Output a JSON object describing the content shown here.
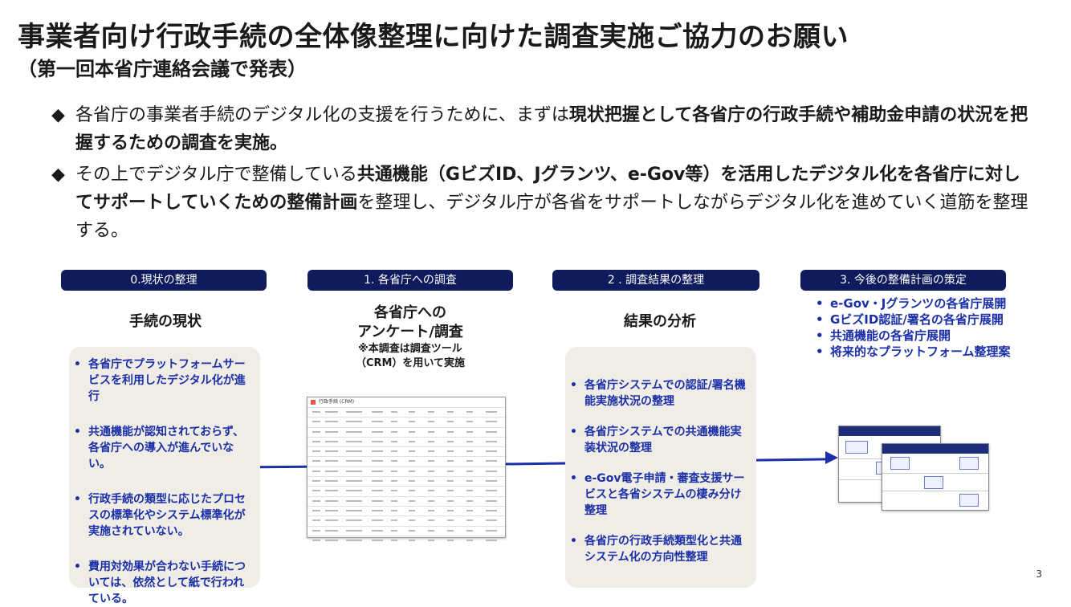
{
  "title": "事業者向け行政手続の全体像整理に向けた調査実施ご協力のお願い",
  "subtitle": "（第一回本省庁連絡会議で発表）",
  "bullets": [
    {
      "mark": "◆",
      "p1": "各省庁の事業者手続のデジタル化の支援を行うために、まずは",
      "p2": "現状把握として各省庁の行政手続や補助金申請の状況を把握するための調査を実施。"
    },
    {
      "mark": "◆",
      "p1": "その上でデジタル庁で整備している",
      "p2": "共通機能（GビズID、Jグランツ、e-Gov等）を活用したデジタル化を各省庁に対してサポートしていくための整備計画",
      "p3": "を整理し、デジタル庁が各省をサポートしながらデジタル化を進めていく道筋を整理する。"
    }
  ],
  "steps": [
    {
      "label": "0.現状の整理",
      "heading": "手続の現状"
    },
    {
      "label": "1. 各省庁への調査",
      "heading_l1": "各省庁への",
      "heading_l2": "アンケート/調査",
      "note_l1": "※本調査は調査ツール",
      "note_l2": "（CRM）を用いて実施"
    },
    {
      "label": "2 . 調査結果の整理",
      "heading": "結果の分析"
    },
    {
      "label": "3. 今後の整備計画の策定"
    }
  ],
  "card_current": [
    "各省庁でプラットフォームサービスを利用したデジタル化が進行",
    "共通機能が認知されておらず、各省庁への導入が進んでいない。",
    "行政手続の類型に応じたプロセスの標準化やシステム標準化が実施されていない。",
    "費用対効果が合わない手続については、依然として紙で行われている。"
  ],
  "card_analysis": [
    "各省庁システムでの認証/署名機能実施状況の整理",
    "各省庁システムでの共通機能実装状況の整理",
    "e-Gov電子申請・審査支援サービスと各省システムの棲み分け整理",
    "各省庁の行政手続類型化と共通システム化の方向性整理"
  ],
  "plan_items": [
    "e-Gov・Jグランツの各省庁展開",
    "GビズID認証/署名の各省庁展開",
    "共通機能の各省庁展開",
    "将来的なプラットフォーム整理案"
  ],
  "table_title": "行政手続 (CRM)",
  "page_number": "3",
  "colors": {
    "navy": "#0f1b5c",
    "accent_blue": "#1a2fa8",
    "card_bg": "#efede6"
  }
}
